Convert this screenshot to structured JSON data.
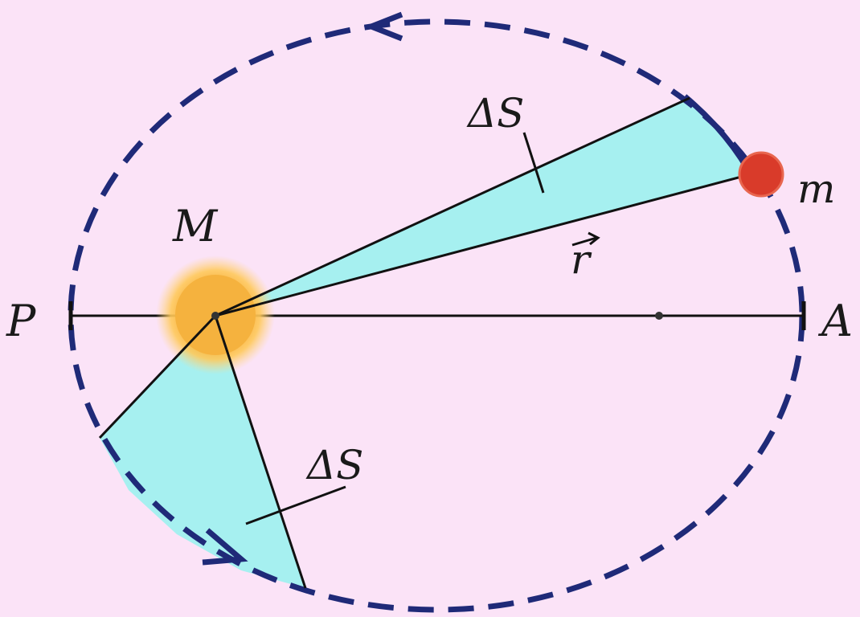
{
  "labels": {
    "central_body": "M",
    "orbiting_body": "m",
    "perihelion": "P",
    "aphelion": "A",
    "radius_vector": "r",
    "area_upper": "ΔS",
    "area_lower": "ΔS"
  },
  "colors": {
    "background": "#fbe3f7",
    "orbit": "#1f2a78",
    "sector_fill": "#a6f0f0",
    "sun_core": "#f5b23e",
    "sun_glow": "#ffc04a",
    "planet": "#d93b2a",
    "line": "#111111"
  }
}
